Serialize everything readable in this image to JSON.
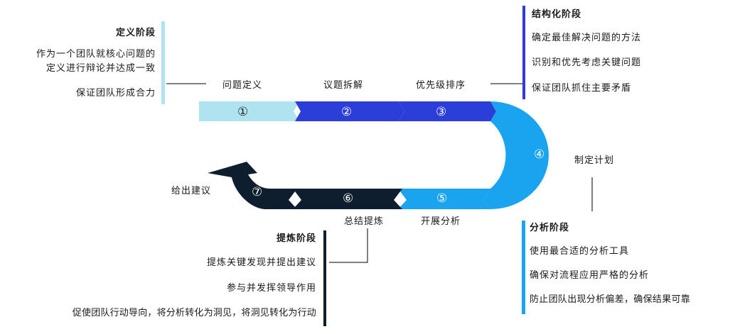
{
  "steps": [
    {
      "num": "①",
      "label": "问题定义"
    },
    {
      "num": "②",
      "label": "议题拆解"
    },
    {
      "num": "③",
      "label": "优先级排序"
    },
    {
      "num": "④",
      "label": "制定计划"
    },
    {
      "num": "⑤",
      "label": "开展分析"
    },
    {
      "num": "⑥",
      "label": "总结提炼"
    },
    {
      "num": "⑦",
      "label": "给出建议"
    }
  ],
  "phases": {
    "define": {
      "title": "定义阶段",
      "lines": [
        "作为一个团队就核心问题的",
        "定义进行辩论并达成一致",
        "保证团队形成合力"
      ]
    },
    "structure": {
      "title": "结构化阶段",
      "lines": [
        "确定最佳解决问题的方法",
        "识别和优先考虑关键问题",
        "保证团队抓住主要矛盾"
      ]
    },
    "analysis": {
      "title": "分析阶段",
      "lines": [
        "使用最合适的分析工具",
        "确保对流程应用严格的分析",
        "防止团队出现分析偏差，确保结果可靠"
      ]
    },
    "refine": {
      "title": "提炼阶段",
      "lines": [
        "提炼关键发现并提出建议",
        "参与并发挥领导作用",
        "促使团队行动导向，将分析转化为洞见，将洞见转化为行动"
      ]
    }
  },
  "colors": {
    "light_blue": "#aee3ef",
    "royal_blue": "#2b3fd8",
    "sky_blue": "#1aa3ee",
    "navy": "#0f1e2e"
  }
}
